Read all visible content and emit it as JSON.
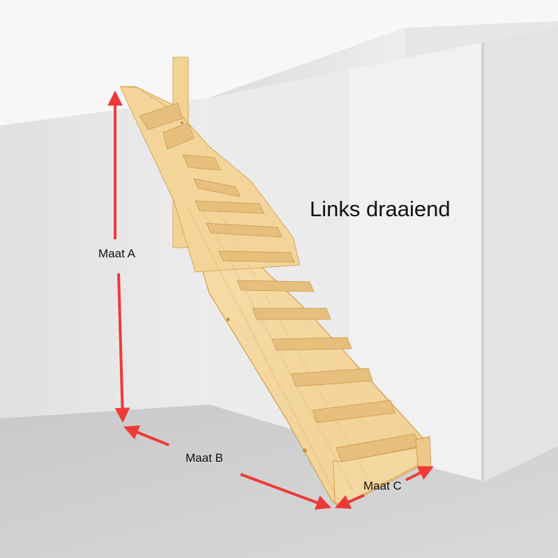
{
  "title": "Links draaiend",
  "dimensions": {
    "a": "Maat A",
    "b": "Maat B",
    "c": "Maat C"
  },
  "colors": {
    "arrow": "#ee3a37",
    "wood_light": "#f6dca5",
    "wood_mid": "#efcb8a",
    "wood_dark": "#d9ac62",
    "wall": "#ededed",
    "floor": "#cfcfcf"
  }
}
